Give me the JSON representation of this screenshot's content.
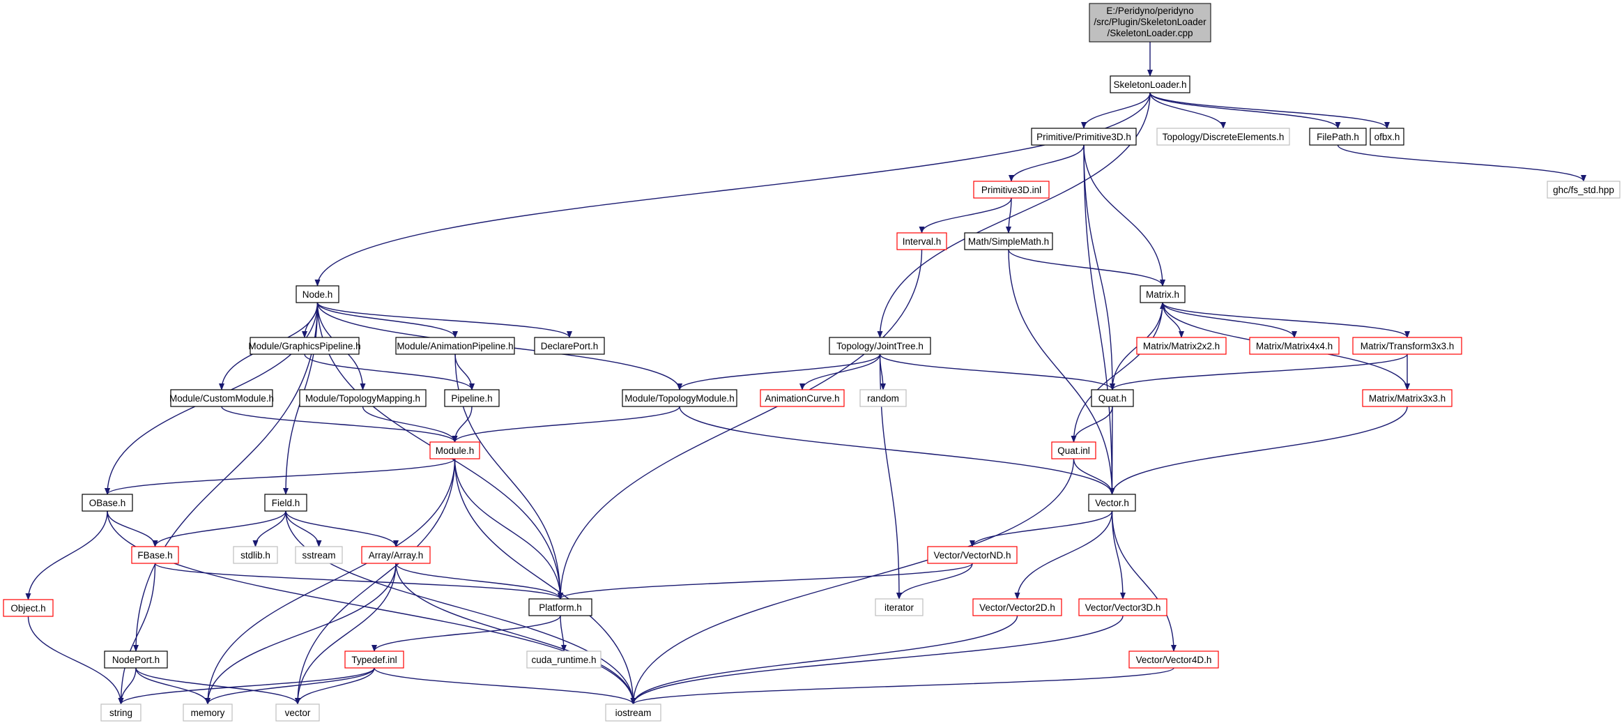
{
  "colors": {
    "edge": "#191970",
    "border_normal": "#000000",
    "border_missing": "#bfbfbf",
    "border_truncated": "#ff0000",
    "root_fill": "#bfbfbf",
    "node_fill": "#ffffff"
  },
  "graph": {
    "root": {
      "lines": [
        "E:/Peridyno/peridyno",
        "/src/Plugin/SkeletonLoader",
        "/SkeletonLoader.cpp"
      ]
    },
    "nodes": {
      "SkeletonLoader_h": {
        "label": "SkeletonLoader.h",
        "kind": "normal"
      },
      "Primitive3D_h": {
        "label": "Primitive/Primitive3D.h",
        "kind": "normal"
      },
      "DiscreteElements_h": {
        "label": "Topology/DiscreteElements.h",
        "kind": "missing"
      },
      "FilePath_h": {
        "label": "FilePath.h",
        "kind": "normal"
      },
      "ofbx_h": {
        "label": "ofbx.h",
        "kind": "normal"
      },
      "ghc_fs_std": {
        "label": "ghc/fs_std.hpp",
        "kind": "missing"
      },
      "Primitive3D_inl": {
        "label": "Primitive3D.inl",
        "kind": "truncated"
      },
      "Interval_h": {
        "label": "Interval.h",
        "kind": "truncated"
      },
      "SimpleMath_h": {
        "label": "Math/SimpleMath.h",
        "kind": "normal"
      },
      "Node_h": {
        "label": "Node.h",
        "kind": "normal"
      },
      "Matrix_h": {
        "label": "Matrix.h",
        "kind": "normal"
      },
      "GraphicsPipeline_h": {
        "label": "Module/GraphicsPipeline.h",
        "kind": "normal"
      },
      "AnimationPipeline_h": {
        "label": "Module/AnimationPipeline.h",
        "kind": "normal"
      },
      "DeclarePort_h": {
        "label": "DeclarePort.h",
        "kind": "normal"
      },
      "JointTree_h": {
        "label": "Topology/JointTree.h",
        "kind": "normal"
      },
      "Matrix2x2_h": {
        "label": "Matrix/Matrix2x2.h",
        "kind": "truncated"
      },
      "Matrix4x4_h": {
        "label": "Matrix/Matrix4x4.h",
        "kind": "truncated"
      },
      "Transform3x3_h": {
        "label": "Matrix/Transform3x3.h",
        "kind": "truncated"
      },
      "CustomModule_h": {
        "label": "Module/CustomModule.h",
        "kind": "normal"
      },
      "TopologyMapping_h": {
        "label": "Module/TopologyMapping.h",
        "kind": "normal"
      },
      "Pipeline_h": {
        "label": "Pipeline.h",
        "kind": "normal"
      },
      "TopologyModule_h": {
        "label": "Module/TopologyModule.h",
        "kind": "normal"
      },
      "AnimationCurve_h": {
        "label": "AnimationCurve.h",
        "kind": "truncated"
      },
      "random": {
        "label": "random",
        "kind": "missing"
      },
      "Quat_h": {
        "label": "Quat.h",
        "kind": "normal"
      },
      "Matrix3x3_h": {
        "label": "Matrix/Matrix3x3.h",
        "kind": "truncated"
      },
      "Module_h": {
        "label": "Module.h",
        "kind": "truncated"
      },
      "Quat_inl": {
        "label": "Quat.inl",
        "kind": "truncated"
      },
      "OBase_h": {
        "label": "OBase.h",
        "kind": "normal"
      },
      "Field_h": {
        "label": "Field.h",
        "kind": "normal"
      },
      "Vector_h": {
        "label": "Vector.h",
        "kind": "normal"
      },
      "FBase_h": {
        "label": "FBase.h",
        "kind": "truncated"
      },
      "stdlib_h": {
        "label": "stdlib.h",
        "kind": "missing"
      },
      "sstream": {
        "label": "sstream",
        "kind": "missing"
      },
      "Array_h": {
        "label": "Array/Array.h",
        "kind": "truncated"
      },
      "VectorND_h": {
        "label": "Vector/VectorND.h",
        "kind": "truncated"
      },
      "Object_h": {
        "label": "Object.h",
        "kind": "truncated"
      },
      "Platform_h": {
        "label": "Platform.h",
        "kind": "normal"
      },
      "iterator": {
        "label": "iterator",
        "kind": "missing"
      },
      "Vector2D_h": {
        "label": "Vector/Vector2D.h",
        "kind": "truncated"
      },
      "Vector3D_h": {
        "label": "Vector/Vector3D.h",
        "kind": "truncated"
      },
      "NodePort_h": {
        "label": "NodePort.h",
        "kind": "normal"
      },
      "Typedef_inl": {
        "label": "Typedef.inl",
        "kind": "truncated"
      },
      "cuda_runtime_h": {
        "label": "cuda_runtime.h",
        "kind": "missing"
      },
      "Vector4D_h": {
        "label": "Vector/Vector4D.h",
        "kind": "truncated"
      },
      "string": {
        "label": "string",
        "kind": "missing"
      },
      "memory": {
        "label": "memory",
        "kind": "missing"
      },
      "vector": {
        "label": "vector",
        "kind": "missing"
      },
      "iostream": {
        "label": "iostream",
        "kind": "missing"
      }
    },
    "edges": [
      [
        "root",
        "SkeletonLoader_h"
      ],
      [
        "SkeletonLoader_h",
        "Node_h"
      ],
      [
        "SkeletonLoader_h",
        "JointTree_h"
      ],
      [
        "SkeletonLoader_h",
        "Primitive3D_h"
      ],
      [
        "SkeletonLoader_h",
        "DiscreteElements_h"
      ],
      [
        "SkeletonLoader_h",
        "FilePath_h"
      ],
      [
        "SkeletonLoader_h",
        "ofbx_h"
      ],
      [
        "FilePath_h",
        "ghc_fs_std"
      ],
      [
        "Primitive3D_h",
        "Primitive3D_inl"
      ],
      [
        "Primitive3D_h",
        "Matrix_h"
      ],
      [
        "Primitive3D_h",
        "Quat_h"
      ],
      [
        "Primitive3D_h",
        "Vector_h"
      ],
      [
        "Primitive3D_inl",
        "Interval_h"
      ],
      [
        "Primitive3D_inl",
        "SimpleMath_h"
      ],
      [
        "Interval_h",
        "Platform_h"
      ],
      [
        "SimpleMath_h",
        "Matrix_h"
      ],
      [
        "SimpleMath_h",
        "Vector_h"
      ],
      [
        "Matrix_h",
        "Matrix2x2_h"
      ],
      [
        "Matrix_h",
        "Matrix4x4_h"
      ],
      [
        "Matrix_h",
        "Transform3x3_h"
      ],
      [
        "Matrix_h",
        "Matrix3x3_h"
      ],
      [
        "Matrix_h",
        "Quat_h"
      ],
      [
        "Transform3x3_h",
        "Matrix3x3_h"
      ],
      [
        "Transform3x3_h",
        "Quat_h"
      ],
      [
        "Matrix3x3_h",
        "Vector_h"
      ],
      [
        "Quat_h",
        "Quat_inl"
      ],
      [
        "Quat_h",
        "Vector_h"
      ],
      [
        "Quat_inl",
        "Matrix_h"
      ],
      [
        "Quat_inl",
        "Vector_h"
      ],
      [
        "Quat_inl",
        "iostream"
      ],
      [
        "JointTree_h",
        "TopologyModule_h"
      ],
      [
        "JointTree_h",
        "AnimationCurve_h"
      ],
      [
        "JointTree_h",
        "random"
      ],
      [
        "JointTree_h",
        "iterator"
      ],
      [
        "JointTree_h",
        "Quat_h"
      ],
      [
        "Node_h",
        "GraphicsPipeline_h"
      ],
      [
        "Node_h",
        "AnimationPipeline_h"
      ],
      [
        "Node_h",
        "DeclarePort_h"
      ],
      [
        "Node_h",
        "CustomModule_h"
      ],
      [
        "Node_h",
        "TopologyMapping_h"
      ],
      [
        "Node_h",
        "TopologyModule_h"
      ],
      [
        "Node_h",
        "OBase_h"
      ],
      [
        "Node_h",
        "Field_h"
      ],
      [
        "Node_h",
        "Platform_h"
      ],
      [
        "Node_h",
        "NodePort_h"
      ],
      [
        "GraphicsPipeline_h",
        "Pipeline_h"
      ],
      [
        "AnimationPipeline_h",
        "Pipeline_h"
      ],
      [
        "AnimationPipeline_h",
        "Platform_h"
      ],
      [
        "CustomModule_h",
        "Module_h"
      ],
      [
        "TopologyMapping_h",
        "Module_h"
      ],
      [
        "Pipeline_h",
        "Module_h"
      ],
      [
        "TopologyModule_h",
        "Module_h"
      ],
      [
        "TopologyModule_h",
        "Vector_h"
      ],
      [
        "Module_h",
        "OBase_h"
      ],
      [
        "Module_h",
        "Platform_h"
      ],
      [
        "Module_h",
        "memory"
      ],
      [
        "Module_h",
        "vector"
      ],
      [
        "Module_h",
        "iostream"
      ],
      [
        "OBase_h",
        "FBase_h"
      ],
      [
        "OBase_h",
        "Object_h"
      ],
      [
        "OBase_h",
        "iostream"
      ],
      [
        "Field_h",
        "FBase_h"
      ],
      [
        "Field_h",
        "stdlib_h"
      ],
      [
        "Field_h",
        "sstream"
      ],
      [
        "Field_h",
        "Array_h"
      ],
      [
        "Field_h",
        "iostream"
      ],
      [
        "FBase_h",
        "Platform_h"
      ],
      [
        "FBase_h",
        "string"
      ],
      [
        "Array_h",
        "Platform_h"
      ],
      [
        "Array_h",
        "memory"
      ],
      [
        "Array_h",
        "vector"
      ],
      [
        "Array_h",
        "iostream"
      ],
      [
        "Object_h",
        "string"
      ],
      [
        "Vector_h",
        "VectorND_h"
      ],
      [
        "Vector_h",
        "Vector2D_h"
      ],
      [
        "Vector_h",
        "Vector3D_h"
      ],
      [
        "Vector_h",
        "Vector4D_h"
      ],
      [
        "VectorND_h",
        "Platform_h"
      ],
      [
        "VectorND_h",
        "iterator"
      ],
      [
        "Vector2D_h",
        "iostream"
      ],
      [
        "Vector3D_h",
        "iostream"
      ],
      [
        "Vector4D_h",
        "iostream"
      ],
      [
        "Platform_h",
        "Typedef_inl"
      ],
      [
        "Platform_h",
        "cuda_runtime_h"
      ],
      [
        "Typedef_inl",
        "string"
      ],
      [
        "Typedef_inl",
        "memory"
      ],
      [
        "Typedef_inl",
        "vector"
      ],
      [
        "Typedef_inl",
        "iostream"
      ],
      [
        "NodePort_h",
        "string"
      ],
      [
        "NodePort_h",
        "memory"
      ],
      [
        "NodePort_h",
        "vector"
      ]
    ]
  }
}
